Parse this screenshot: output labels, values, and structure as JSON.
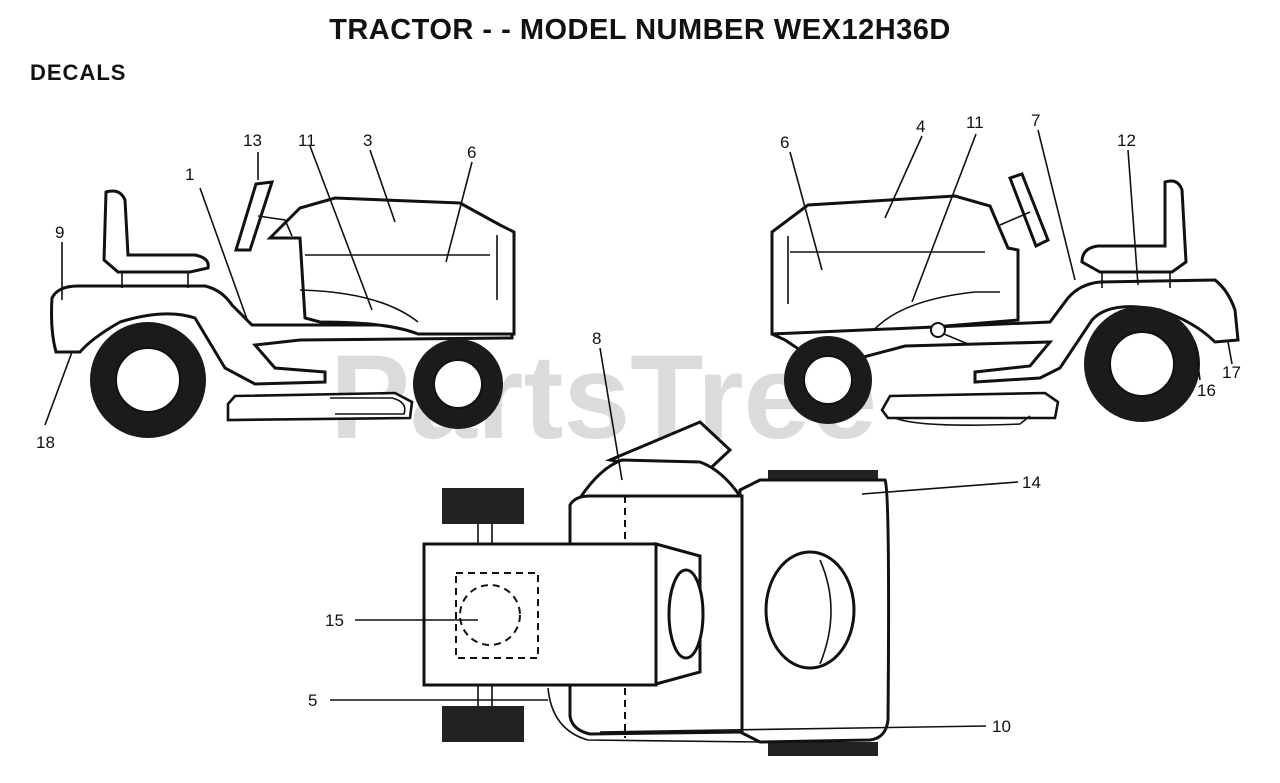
{
  "title": "TRACTOR - - MODEL NUMBER WEX12H36D",
  "subtitle": "DECALS",
  "watermark": "PartsTree",
  "callouts": {
    "n1": "1",
    "n3": "3",
    "n4": "4",
    "n5": "5",
    "n6a": "6",
    "n6b": "6",
    "n7": "7",
    "n8": "8",
    "n9": "9",
    "n10": "10",
    "n11a": "11",
    "n11b": "11",
    "n12": "12",
    "n13": "13",
    "n14": "14",
    "n15": "15",
    "n16": "16",
    "n17": "17",
    "n18": "18"
  }
}
